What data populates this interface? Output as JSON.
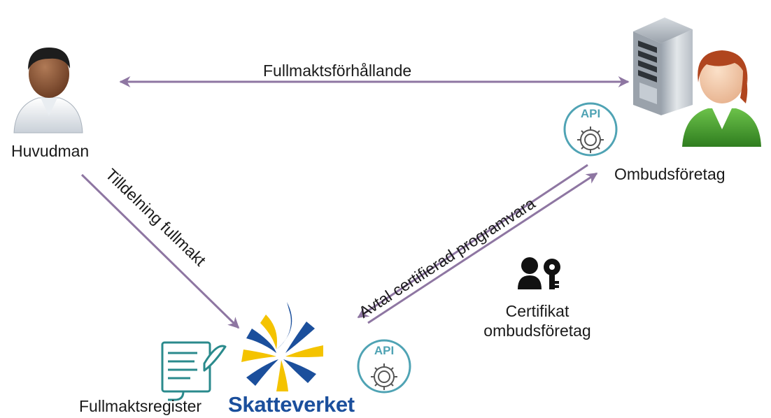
{
  "nodes": {
    "principal": {
      "label": "Huvudman"
    },
    "agent_company": {
      "label": "Ombudsföretag"
    },
    "register": {
      "label": "Fullmaktsregister"
    },
    "authority": {
      "brand": "Skatteverket"
    },
    "certificate": {
      "label_line1": "Certifikat",
      "label_line2": "ombudsföretag"
    }
  },
  "edges": {
    "relationship": {
      "label": "Fullmaktsförhållande"
    },
    "grant": {
      "label": "Tilldelning fullmakt"
    },
    "agreement": {
      "label": "Avtal certifierad programvara"
    }
  },
  "api_badges": [
    {
      "text": "API"
    },
    {
      "text": "API"
    }
  ],
  "colors": {
    "arrow": "#8e76a2",
    "text": "#1a1a1a",
    "api_badge": "#4fa3b4",
    "brand_blue": "#1b4f9c",
    "brand_yellow": "#f4c300",
    "scroll_icon": "#2a8a8c",
    "person_green": "#3b9b2a",
    "person_skin_dark": "#7a4a2e"
  }
}
